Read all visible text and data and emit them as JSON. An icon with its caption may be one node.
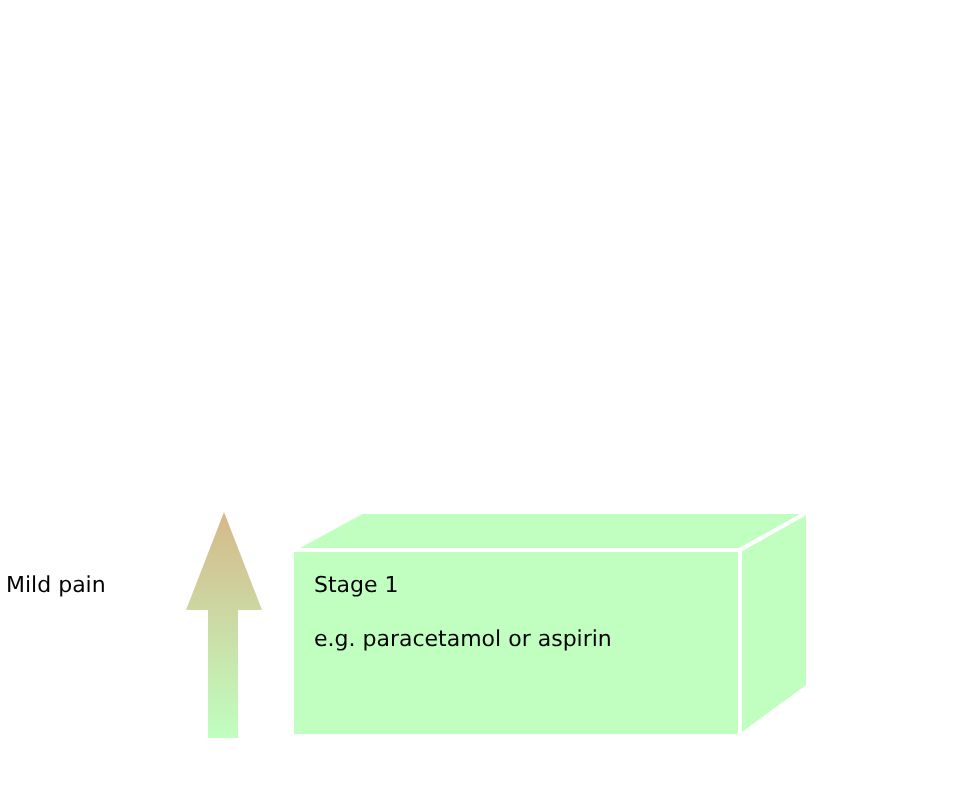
{
  "diagram": {
    "nodes": [
      {
        "text": [
          "Stage 1",
          "e.g. paracetamol or aspirin"
        ]
      }
    ],
    "edges": [],
    "labels": [
      "Mild pain"
    ]
  }
}
